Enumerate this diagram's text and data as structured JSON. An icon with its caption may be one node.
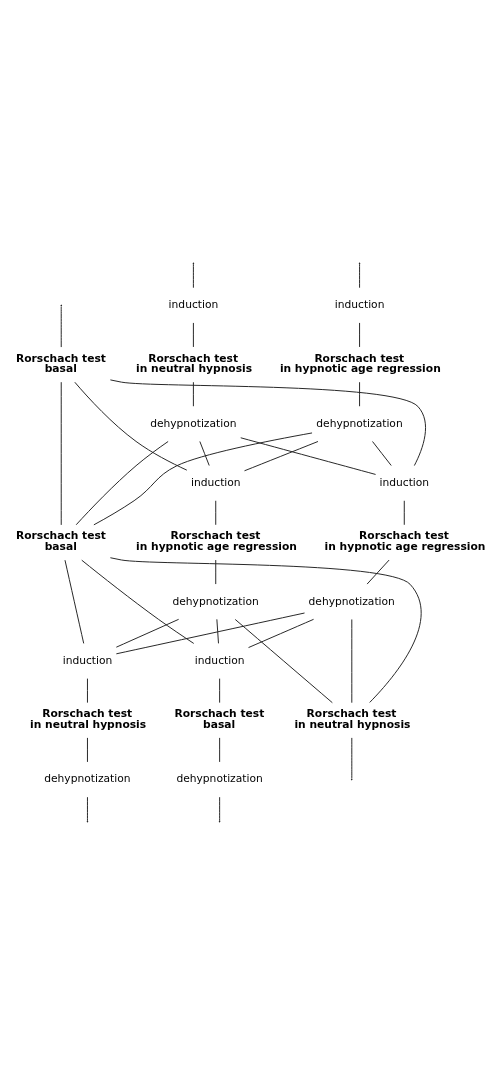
{
  "diagram": {
    "nodes": [
      {
        "text": [
          "Rorschach test basal"
        ]
      },
      {
        "text": [
          "induction"
        ]
      },
      {
        "text": [
          "Rorschach test in neutral hypnosis"
        ]
      },
      {
        "text": [
          "dehypnotization"
        ]
      },
      {
        "text": [
          "induction"
        ]
      },
      {
        "text": [
          "Rorschach test in hypnotic age regression"
        ]
      },
      {
        "text": [
          "dehypnotization"
        ]
      },
      {
        "text": [
          "Rorschach test basal"
        ]
      },
      {
        "text": [
          "induction"
        ]
      },
      {
        "text": [
          "Rorschach test in hypnotic age regression"
        ]
      },
      {
        "text": [
          "dehypnotization"
        ]
      },
      {
        "text": [
          "induction"
        ]
      },
      {
        "text": [
          "Rorschach test in hypnotic age regression"
        ]
      },
      {
        "text": [
          "dehypnotization"
        ]
      },
      {
        "text": [
          "induction"
        ]
      },
      {
        "text": [
          "Rorschach test in neutral hypnosis"
        ]
      },
      {
        "text": [
          "dehypnotization"
        ]
      },
      {
        "text": [
          "induction"
        ]
      },
      {
        "text": [
          "Rorschach test basal"
        ]
      },
      {
        "text": [
          "dehypnotization"
        ]
      },
      {
        "text": [
          "Rorschach test in neutral hypnosis"
        ]
      }
    ],
    "edges": [
      {
        "from": null,
        "to": 0,
        "arrow": "none"
      },
      {
        "from": null,
        "to": 1,
        "arrow": "none"
      },
      {
        "from": null,
        "to": 4,
        "arrow": "none"
      },
      {
        "from": 1,
        "to": 2,
        "arrow": "none"
      },
      {
        "from": 2,
        "to": 3,
        "arrow": "none"
      },
      {
        "from": 4,
        "to": 5,
        "arrow": "none"
      },
      {
        "from": 5,
        "to": 6,
        "arrow": "none"
      },
      {
        "from": 0,
        "to": 7,
        "arrow": "none"
      },
      {
        "from": 0,
        "to": 8,
        "arrow": "none"
      },
      {
        "from": 0,
        "to": 11,
        "arrow": "none"
      },
      {
        "from": 3,
        "to": 7,
        "arrow": "none"
      },
      {
        "from": 3,
        "to": 8,
        "arrow": "none"
      },
      {
        "from": 3,
        "to": 11,
        "arrow": "none"
      },
      {
        "from": 6,
        "to": 7,
        "arrow": "none"
      },
      {
        "from": 6,
        "to": 8,
        "arrow": "none"
      },
      {
        "from": 6,
        "to": 11,
        "arrow": "none"
      },
      {
        "from": 8,
        "to": 9,
        "arrow": "none"
      },
      {
        "from": 9,
        "to": 10,
        "arrow": "none"
      },
      {
        "from": 11,
        "to": 12,
        "arrow": "none"
      },
      {
        "from": 12,
        "to": 13,
        "arrow": "none"
      },
      {
        "from": 7,
        "to": 14,
        "arrow": "none"
      },
      {
        "from": 7,
        "to": 17,
        "arrow": "none"
      },
      {
        "from": 7,
        "to": 20,
        "arrow": "none"
      },
      {
        "from": 10,
        "to": 14,
        "arrow": "none"
      },
      {
        "from": 10,
        "to": 17,
        "arrow": "none"
      },
      {
        "from": 10,
        "to": 20,
        "arrow": "none"
      },
      {
        "from": 13,
        "to": 14,
        "arrow": "none"
      },
      {
        "from": 13,
        "to": 17,
        "arrow": "none"
      },
      {
        "from": 13,
        "to": 20,
        "arrow": "none"
      },
      {
        "from": 14,
        "to": 15,
        "arrow": "none"
      },
      {
        "from": 15,
        "to": 16,
        "arrow": "none"
      },
      {
        "from": 17,
        "to": 18,
        "arrow": "none"
      },
      {
        "from": 18,
        "to": 19,
        "arrow": "none"
      },
      {
        "from": 16,
        "to": null,
        "arrow": "none"
      },
      {
        "from": 19,
        "to": null,
        "arrow": "none"
      },
      {
        "from": 20,
        "to": null,
        "arrow": "none"
      }
    ]
  }
}
